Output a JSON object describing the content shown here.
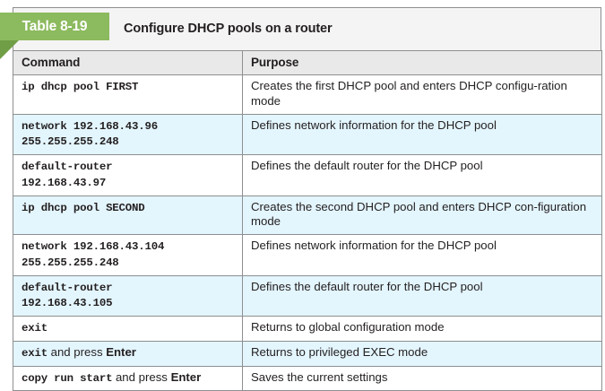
{
  "caption": {
    "tag_label": "Table 8-19",
    "title": "Configure DHCP pools on a router",
    "tag_color": "#8cba5e",
    "tag_fold_color": "#6f9e46"
  },
  "table": {
    "headers": [
      "Command",
      "Purpose"
    ],
    "stripe_color": "#e3f5fd",
    "header_bg": "#e9e9e9",
    "border_color": "#8d8f91",
    "rows": [
      {
        "shaded": false,
        "command_mono": "ip dhcp pool FIRST",
        "command_suffix": "",
        "command_kbd": "",
        "purpose": "Creates the first DHCP pool and enters DHCP configu-ration mode"
      },
      {
        "shaded": true,
        "command_mono": "network 192.168.43.96\n255.255.255.248",
        "command_suffix": "",
        "command_kbd": "",
        "purpose": "Defines network information for the DHCP pool"
      },
      {
        "shaded": false,
        "command_mono": "default-router\n192.168.43.97",
        "command_suffix": "",
        "command_kbd": "",
        "purpose": "Defines the default router for the DHCP pool"
      },
      {
        "shaded": true,
        "command_mono": "ip dhcp pool SECOND",
        "command_suffix": "",
        "command_kbd": "",
        "purpose": "Creates the second DHCP pool and enters DHCP con-figuration mode"
      },
      {
        "shaded": false,
        "command_mono": "network 192.168.43.104\n255.255.255.248",
        "command_suffix": "",
        "command_kbd": "",
        "purpose": "Defines network information for the DHCP pool"
      },
      {
        "shaded": true,
        "command_mono": "default-router\n192.168.43.105",
        "command_suffix": "",
        "command_kbd": "",
        "purpose": "Defines the default router for the DHCP pool"
      },
      {
        "shaded": false,
        "command_mono": "exit",
        "command_suffix": "",
        "command_kbd": "",
        "purpose": "Returns to global configuration mode"
      },
      {
        "shaded": true,
        "command_mono": "exit",
        "command_suffix": " and press ",
        "command_kbd": "Enter",
        "purpose": "Returns to privileged EXEC mode"
      },
      {
        "shaded": false,
        "command_mono": "copy run start",
        "command_suffix": " and press ",
        "command_kbd": "Enter",
        "purpose": "Saves the current settings"
      }
    ]
  }
}
